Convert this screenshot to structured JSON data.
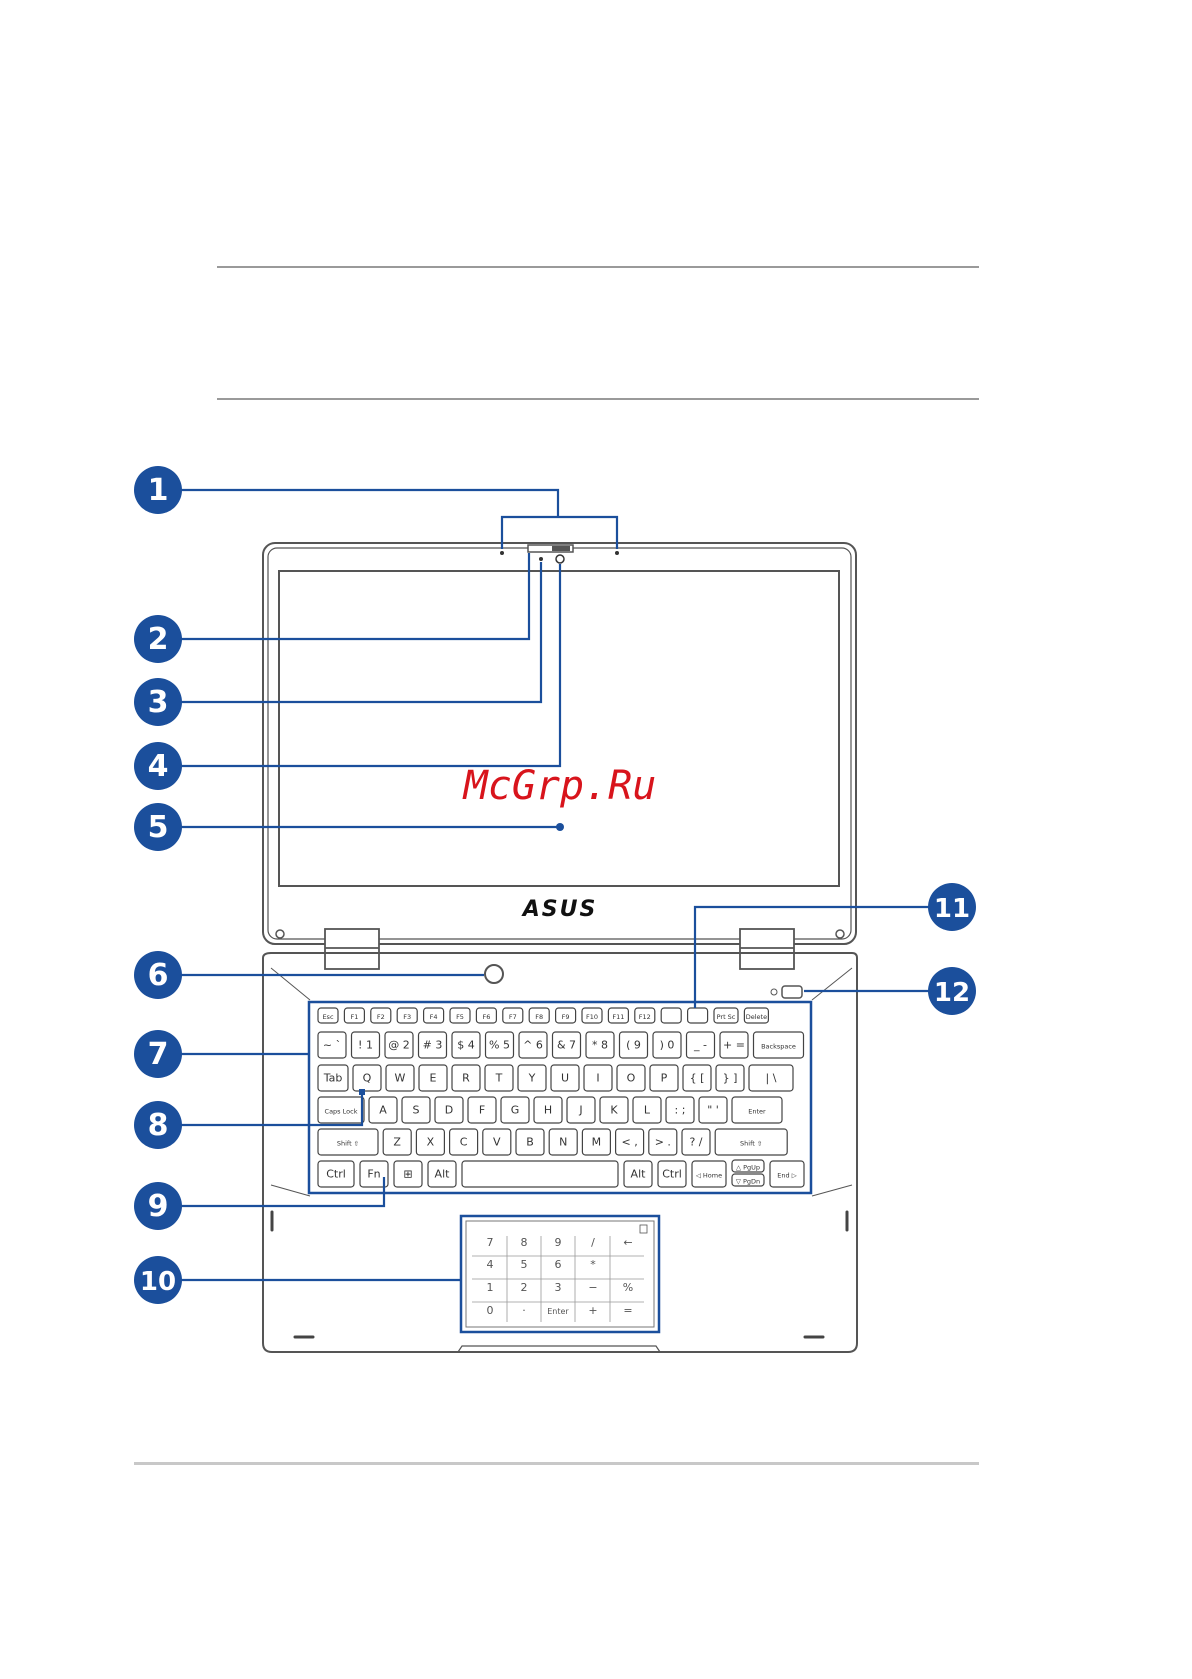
{
  "watermark": "McGrp.Ru",
  "brand": "ASUS",
  "callouts": [
    "1",
    "2",
    "3",
    "4",
    "5",
    "6",
    "7",
    "8",
    "9",
    "10",
    "11",
    "12"
  ],
  "keyboard": {
    "row0": [
      "Esc",
      "F1",
      "F2",
      "F3",
      "F4",
      "F5",
      "F6",
      "F7",
      "F8",
      "F9",
      "F10",
      "F11",
      "F12",
      "",
      "",
      "Prt Sc",
      "Delete"
    ],
    "row1": [
      "~ `",
      "! 1",
      "@ 2",
      "# 3",
      "$ 4",
      "% 5",
      "^ 6",
      "& 7",
      "* 8",
      "( 9",
      ") 0",
      "_ -",
      "+ =",
      "Backspace"
    ],
    "row2": [
      "Tab",
      "Q",
      "W",
      "E",
      "R",
      "T",
      "Y",
      "U",
      "I",
      "O",
      "P",
      "{ [",
      "} ]",
      "| \\"
    ],
    "row3": [
      "Caps Lock",
      "A",
      "S",
      "D",
      "F",
      "G",
      "H",
      "J",
      "K",
      "L",
      ": ;",
      "\" '",
      "Enter"
    ],
    "row4": [
      "Shift ⇧",
      "Z",
      "X",
      "C",
      "V",
      "B",
      "N",
      "M",
      "< ,",
      "> .",
      "? /",
      "Shift ⇧"
    ],
    "row5": [
      "Ctrl",
      "Fn",
      "⊞",
      "Alt",
      "",
      "Alt",
      "Ctrl",
      "◁ Home",
      "△ PgUp",
      "▽ PgDn",
      "End ▷"
    ]
  },
  "numberpad": {
    "rows": [
      [
        "7",
        "8",
        "9",
        "/",
        "←"
      ],
      [
        "4",
        "5",
        "6",
        "*",
        ""
      ],
      [
        "1",
        "2",
        "3",
        "−",
        "%"
      ],
      [
        "0",
        "·",
        "Enter",
        "+",
        "="
      ]
    ]
  },
  "colors": {
    "accent": "#1b4f9c",
    "outline": "#555555",
    "watermark": "#d8141c"
  }
}
